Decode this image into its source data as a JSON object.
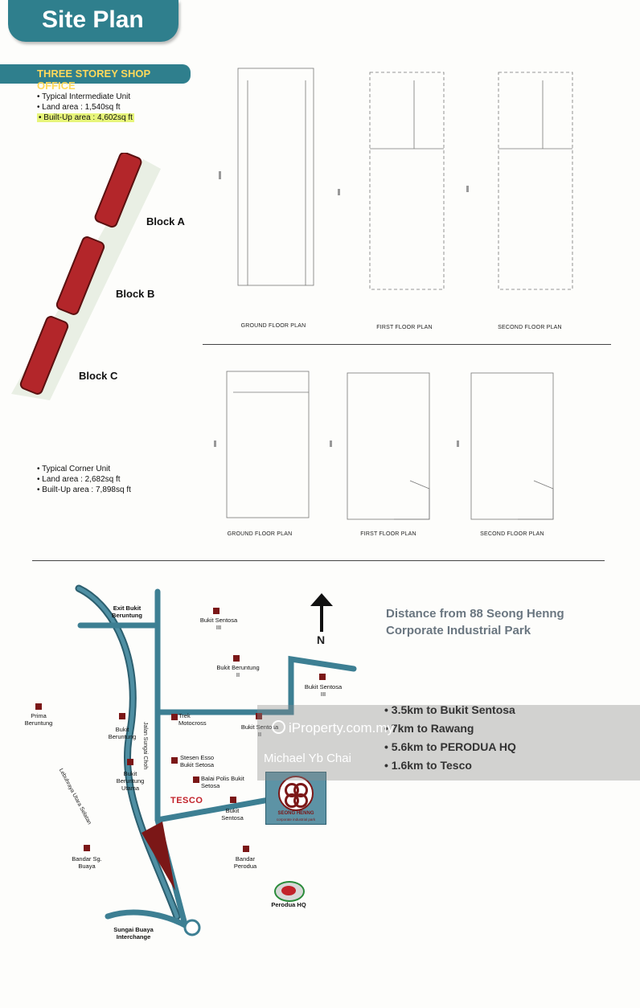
{
  "header": {
    "title": "Site Plan",
    "subtitle": "THREE STOREY SHOP OFFICE"
  },
  "intermediate_unit": {
    "type": "• Typical Intermediate Unit",
    "land": "• Land area : 1,540sq ft",
    "built": "• Built-Up area : 4,602sq ft"
  },
  "corner_unit": {
    "type": "• Typical Corner Unit",
    "land": "• Land area : 2,682sq ft",
    "built": "• Built-Up area : 7,898sq ft"
  },
  "blocks": [
    "Block A",
    "Block B",
    "Block C"
  ],
  "plans_top": [
    "GROUND FLOOR PLAN",
    "FIRST FLOOR PLAN",
    "SECOND FLOOR PLAN"
  ],
  "plans_bottom": [
    "GROUND FLOOR PLAN",
    "FIRST FLOOR PLAN",
    "SECOND FLOOR PLAN"
  ],
  "map": {
    "north": "N",
    "places": {
      "exit": "Exit Bukit Beruntung",
      "sentosa3a": "Bukit Sentosa III",
      "beruntung2": "Bukit Beruntung II",
      "sentosa3b": "Bukit Sentosa III",
      "prima": "Prima Beruntung",
      "beruntung": "Bukit Beruntung",
      "trek": "Trek Motocross",
      "sentosa2": "Bukit Sentosa II",
      "utama": "Bukit Beruntung Utama",
      "esso": "Stesen Esso Bukit Setosa",
      "polis": "Balai Polis Bukit Setosa",
      "tesco": "TESCO",
      "sentosa": "Bukit Sentosa",
      "sgbuaya": "Bandar Sg. Buaya",
      "perodua": "Bandar Perodua",
      "perodua_hq": "Perodua HQ",
      "interchange": "Sungai Buaya Interchange",
      "road1": "Lebuhraya Utara Selatan",
      "road2": "Jalan Sungai Choh",
      "logo_name": "SEONG HENNG",
      "logo_sub": "corporate industrial park"
    }
  },
  "distance": {
    "heading": "Distance from 88 Seong Henng",
    "heading2": "Corporate Industrial Park",
    "items": [
      "3.5km to Bukit Sentosa",
      "7km to Rawang",
      "5.6km to PERODUA HQ",
      "1.6km to Tesco"
    ]
  },
  "watermark": {
    "site": "iProperty.com.my",
    "agent": "Michael Yb Chai"
  },
  "colors": {
    "teal": "#2f7f8d",
    "brick": "#b3262a",
    "road": "#3d7f93",
    "site": "#7b1717"
  }
}
